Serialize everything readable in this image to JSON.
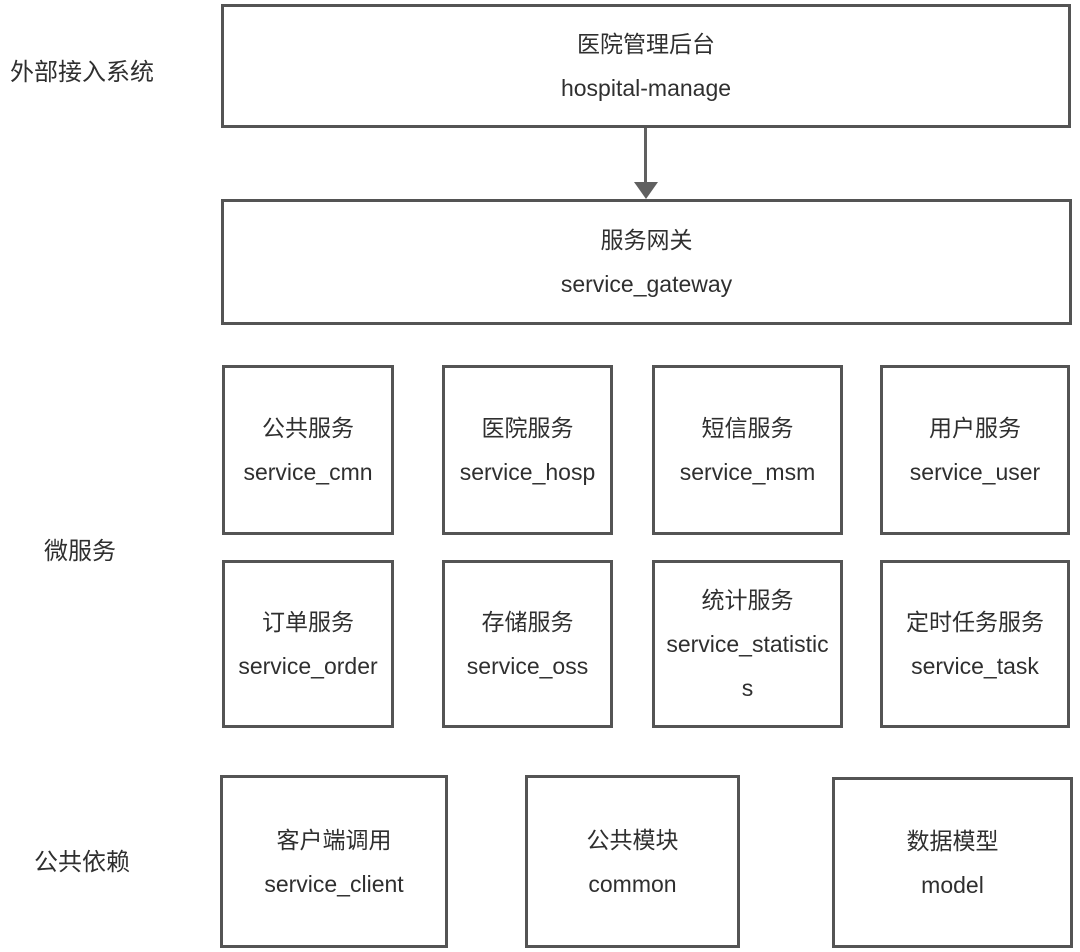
{
  "diagram": {
    "title_semantic": "hospital microservices architecture",
    "colors": {
      "background": "#ffffff",
      "box_border": "#545454",
      "text": "#2f2f2f",
      "arrow": "#606060"
    },
    "labels": {
      "external_systems": "外部接入系统",
      "microservices": "微服务",
      "common_dependencies": "公共依赖"
    },
    "nodes": {
      "hospital_manage": {
        "title": "医院管理后台",
        "code": "hospital-manage"
      },
      "service_gateway": {
        "title": "服务网关",
        "code": "service_gateway"
      },
      "service_cmn": {
        "title": "公共服务",
        "code": "service_cmn"
      },
      "service_hosp": {
        "title": "医院服务",
        "code": "service_hosp"
      },
      "service_msm": {
        "title": "短信服务",
        "code": "service_msm"
      },
      "service_user": {
        "title": "用户服务",
        "code": "service_user"
      },
      "service_order": {
        "title": "订单服务",
        "code": "service_order"
      },
      "service_oss": {
        "title": "存储服务",
        "code": "service_oss"
      },
      "service_statistics": {
        "title": "统计服务",
        "code": "service_statistics"
      },
      "service_task": {
        "title": "定时任务服务",
        "code": "service_task"
      },
      "service_client": {
        "title": "客户端调用",
        "code": "service_client"
      },
      "common": {
        "title": "公共模块",
        "code": "common"
      },
      "model": {
        "title": "数据模型",
        "code": "model"
      }
    },
    "edges": [
      {
        "from": "hospital_manage",
        "to": "service_gateway",
        "direction": "down"
      }
    ]
  }
}
